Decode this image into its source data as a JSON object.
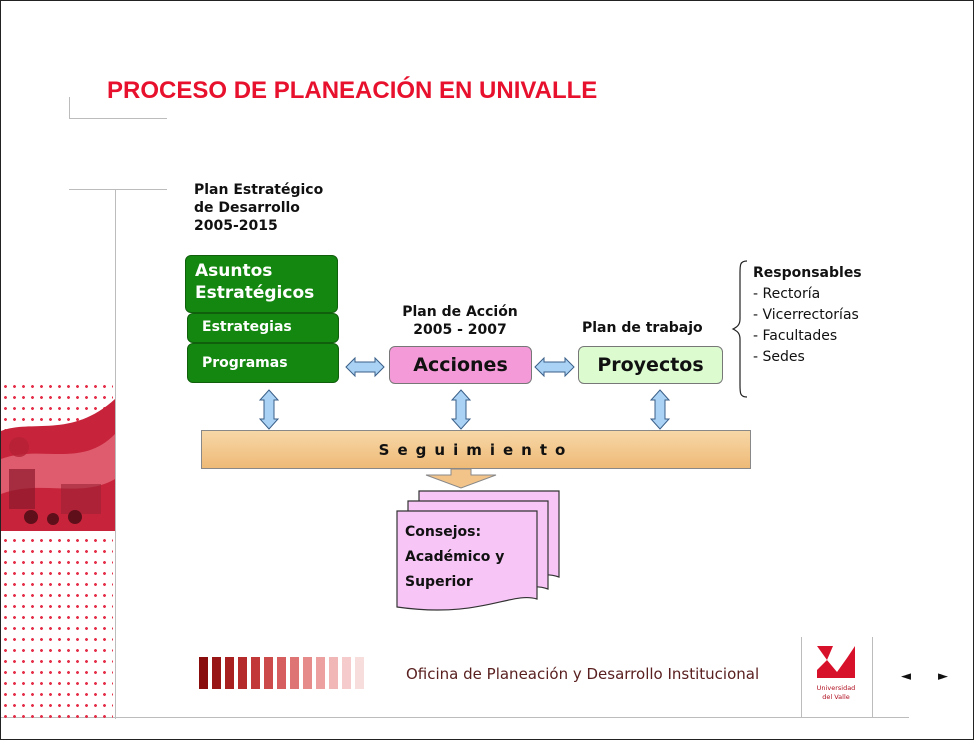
{
  "title": "PROCESO DE PLANEACIÓN EN UNIVALLE",
  "plan_estrategico": {
    "line1": "Plan Estratégico",
    "line2": "de Desarrollo",
    "line3": "2005-2015"
  },
  "green_boxes": {
    "asuntos_line1": "Asuntos",
    "asuntos_line2": "Estratégicos",
    "estrategias": "Estrategias",
    "programas": "Programas"
  },
  "plan_accion": {
    "line1": "Plan de Acción",
    "line2": "2005 - 2007"
  },
  "plan_trabajo": "Plan de trabajo",
  "acciones": "Acciones",
  "proyectos": "Proyectos",
  "responsables": {
    "heading": "Responsables",
    "items": [
      "- Rectoría",
      "- Vicerrectorías",
      "- Facultades",
      "- Sedes"
    ]
  },
  "seguimiento": "Seguimiento",
  "consejos": {
    "line1": "Consejos:",
    "line2": "Académico y",
    "line3": "Superior"
  },
  "footer": {
    "office": "Oficina de Planeación y Desarrollo Institucional",
    "logo_line1": "Universidad",
    "logo_line2": "del Valle",
    "prev_glyph": "◄",
    "next_glyph": "►"
  },
  "colors": {
    "title": "#e8112d",
    "green": "#13870f",
    "acciones_fill": "#f59ad8",
    "proyectos_fill": "#dcfcd0",
    "seguimiento_fill": "#f2c48a",
    "document_fill": "#f7c6f7",
    "arrow_fill": "#a9d2f5"
  }
}
